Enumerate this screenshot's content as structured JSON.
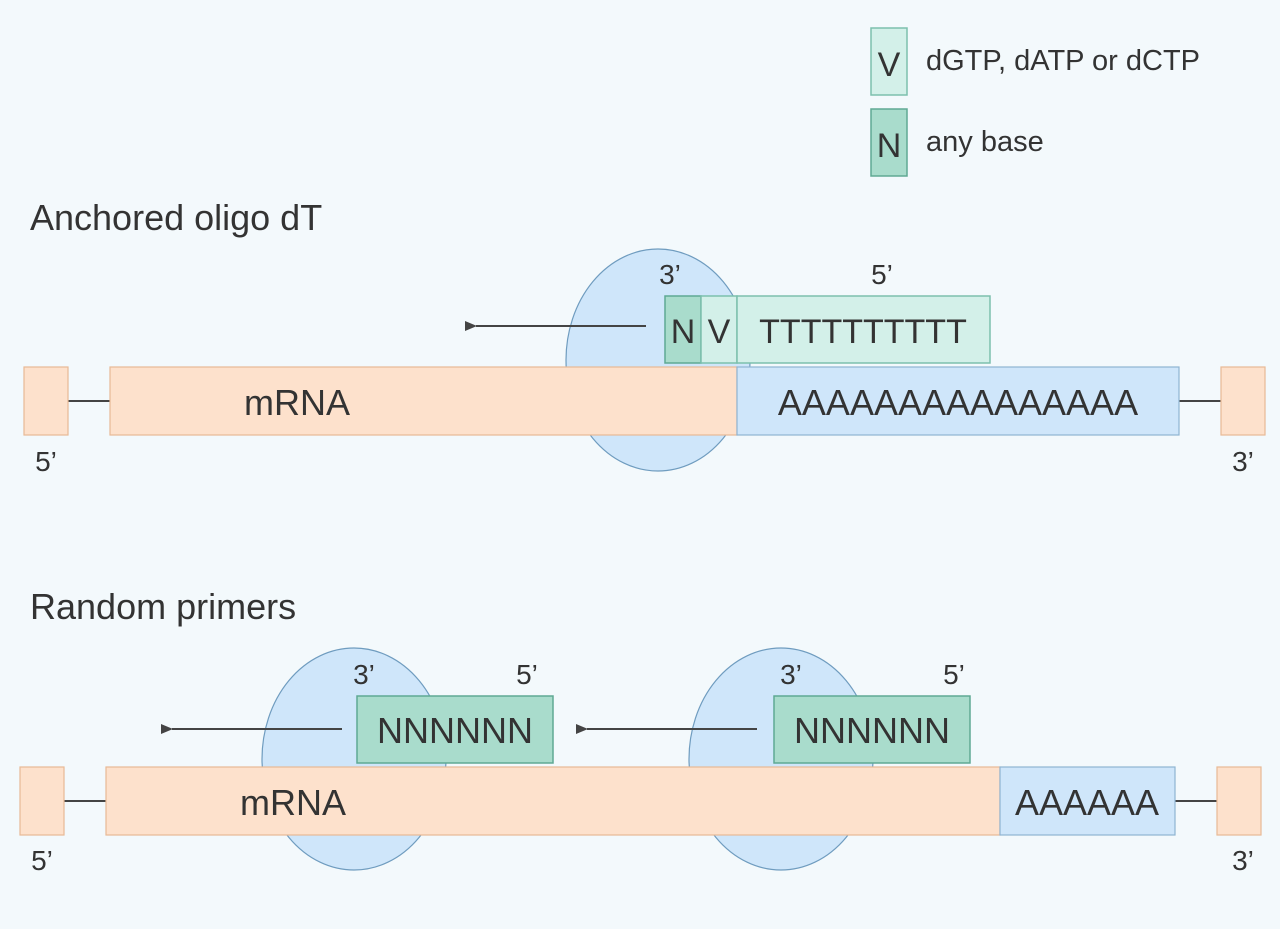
{
  "colors": {
    "background": "#f3f9fc",
    "mrna_fill": "#fde1cc",
    "mrna_stroke": "#e8b995",
    "polya_fill": "#cfe6fa",
    "polya_stroke": "#8fb4d2",
    "enzyme_fill": "#cfe6fa",
    "enzyme_stroke": "#6f9cbf",
    "v_fill": "#d3f0e9",
    "v_stroke": "#7cc0ad",
    "n_fill": "#a9dccc",
    "n_stroke": "#5fa993",
    "line": "#444444",
    "text": "#333333"
  },
  "legend": {
    "v_symbol": "V",
    "v_label": "dGTP, dATP or dCTP",
    "n_symbol": "N",
    "n_label": "any base"
  },
  "anchored": {
    "title": "Anchored oligo dT",
    "mrna_label": "mRNA",
    "polya_label": "AAAAAAAAAAAAAAA",
    "primer_n": "N",
    "primer_v": "V",
    "primer_t": "TTTTTTTTTT",
    "primer_3prime": "3’",
    "primer_5prime": "5’",
    "end_5prime": "5’",
    "end_3prime": "3’"
  },
  "random": {
    "title": "Random primers",
    "mrna_label": "mRNA",
    "polya_label": "AAAAAA",
    "primer1_seq": "NNNNNN",
    "primer1_3prime": "3’",
    "primer1_5prime": "5’",
    "primer2_seq": "NNNNNN",
    "primer2_3prime": "3’",
    "primer2_5prime": "5’",
    "end_5prime": "5’",
    "end_3prime": "3’"
  }
}
